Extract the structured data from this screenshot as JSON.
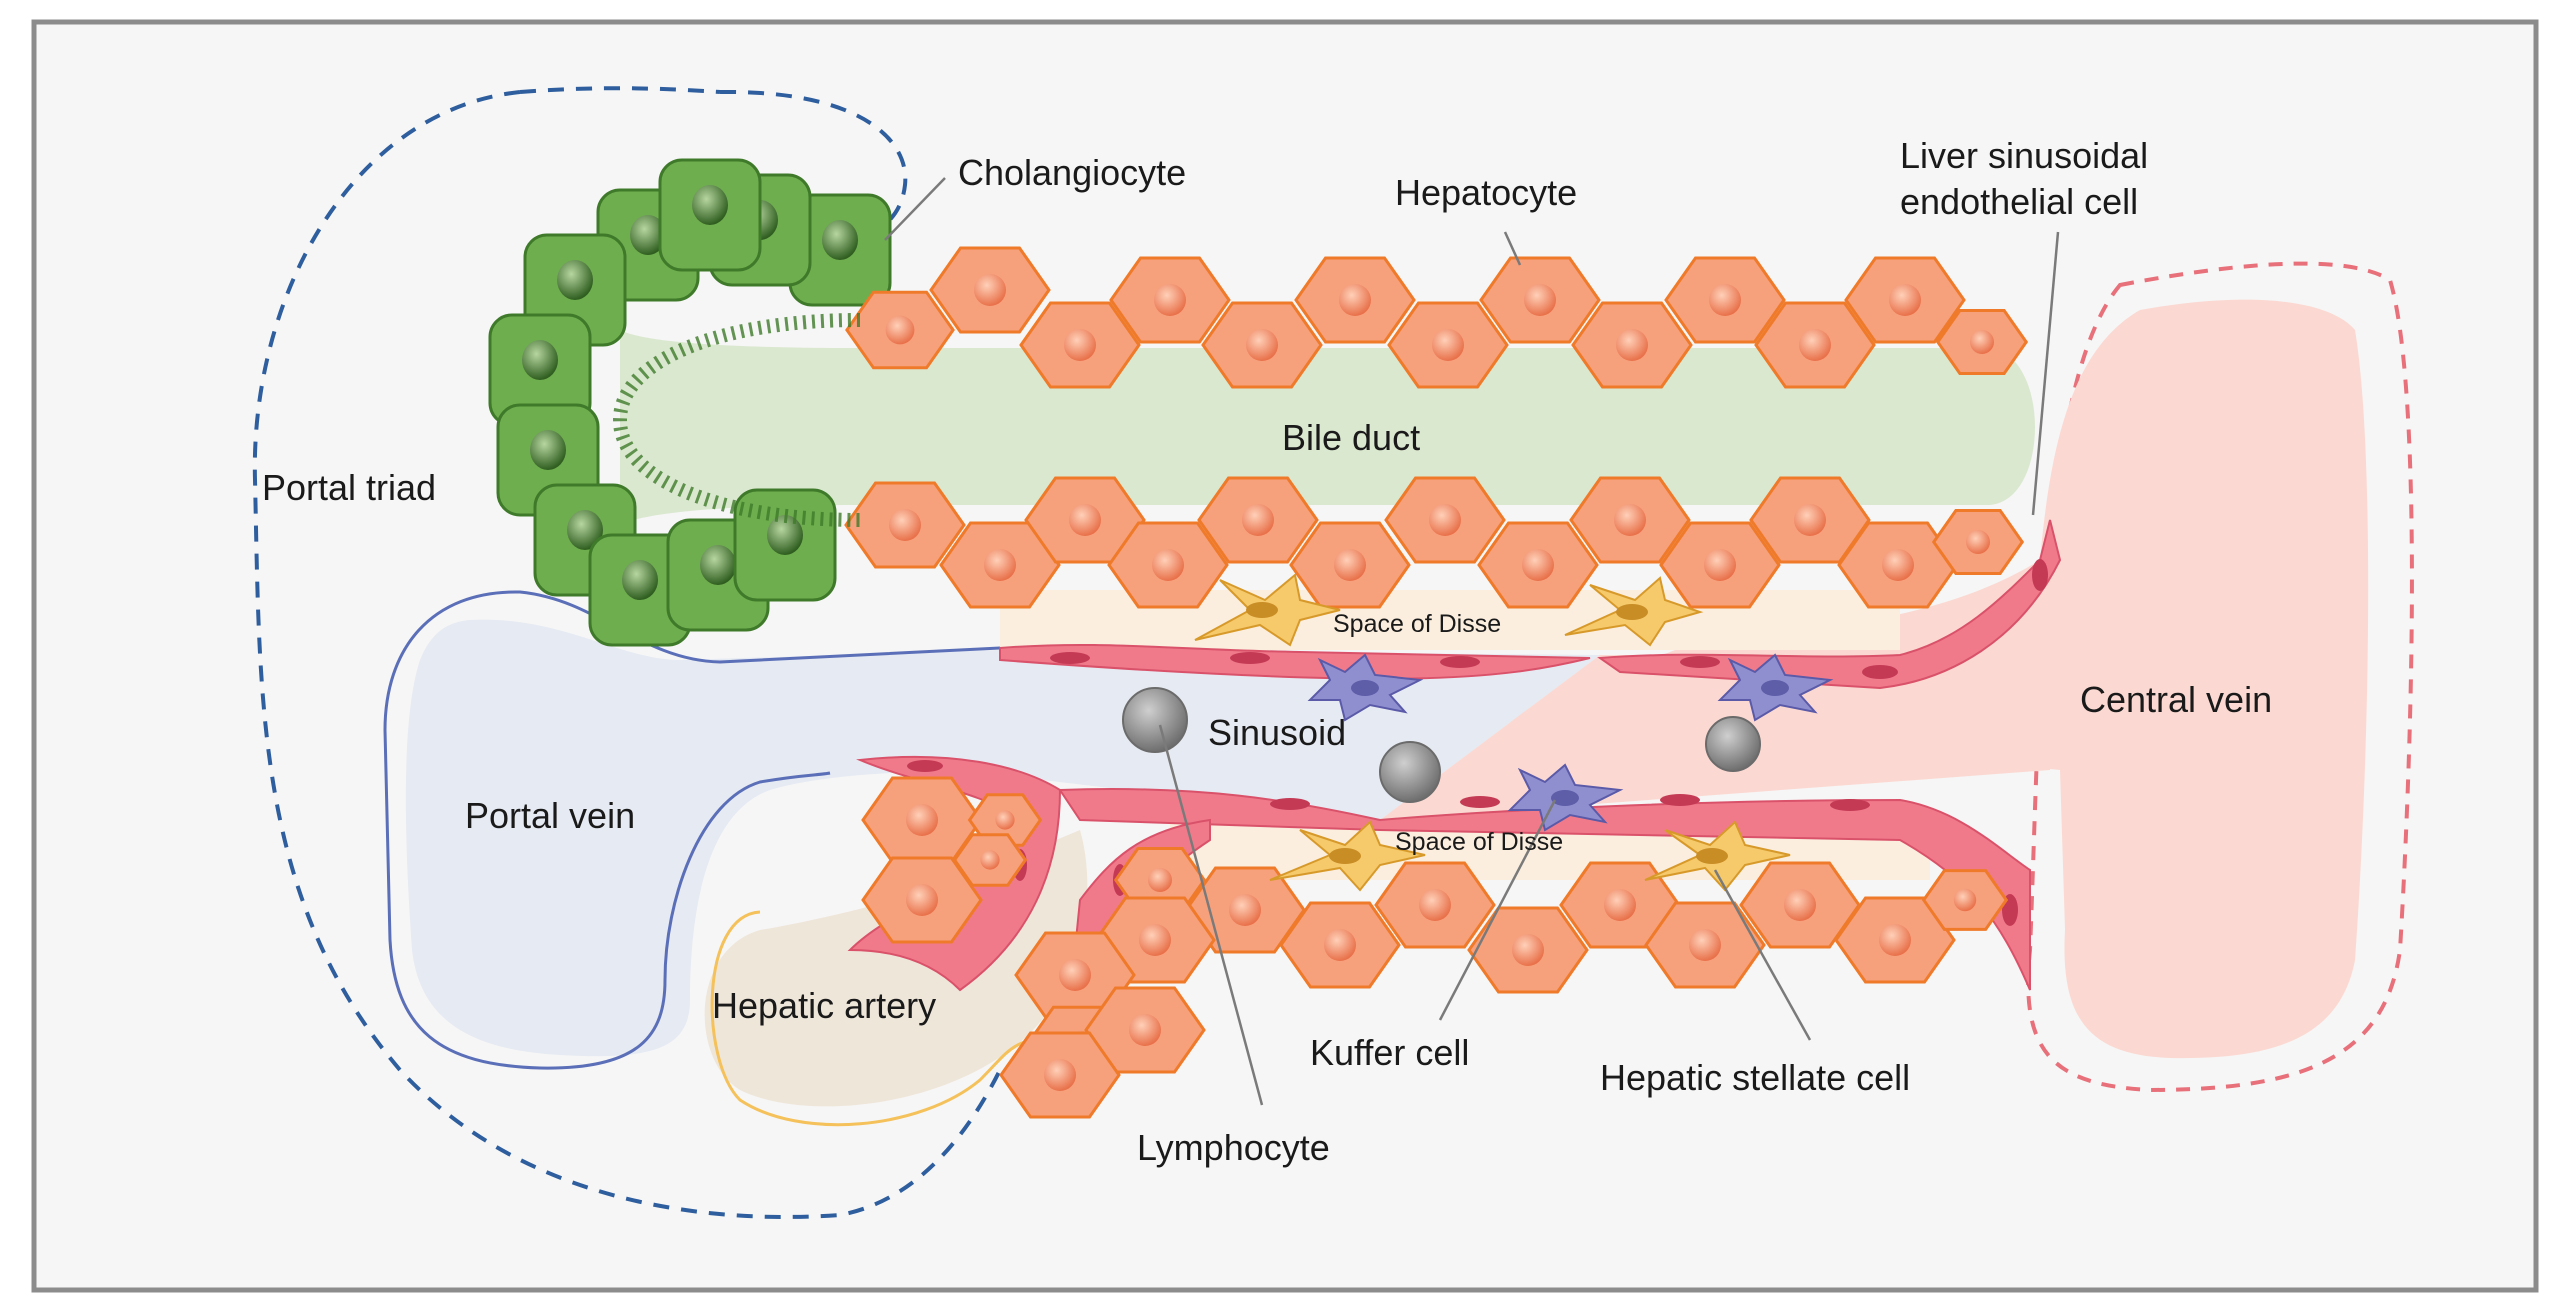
{
  "labels": {
    "cholangiocyte": "Cholangiocyte",
    "hepatocyte": "Hepatocyte",
    "lsec_line1": "Liver sinusoidal",
    "lsec_line2": "endothelial cell",
    "bile_duct": "Bile duct",
    "portal_triad": "Portal triad",
    "space_of_disse_top": "Space of Disse",
    "sinusoid": "Sinusoid",
    "central_vein": "Central vein",
    "portal_vein": "Portal vein",
    "space_of_disse_bottom": "Space of Disse",
    "hepatic_artery": "Hepatic artery",
    "kuffer_cell": "Kuffer cell",
    "hepatic_stellate_cell": "Hepatic stellate cell",
    "lymphocyte": "Lymphocyte"
  },
  "colors": {
    "hepatocyte_fill": "#f7a07c",
    "hepatocyte_stroke": "#ef7a2a",
    "cholangiocyte_fill": "#6fae4e",
    "cholangiocyte_stroke": "#3f7a2a",
    "bile_duct": "#dbe8d0",
    "portal_vein": "#e6eaf2",
    "central_vein": "#fbd9d2",
    "hepatic_artery": "#efe6da",
    "endothelial": "#f07a8a",
    "stellate": "#f6c96b",
    "kupffer": "#8f8fd0",
    "lymphocyte": "#9c9c9c",
    "portal_triad_outline": "#2e5e9e",
    "central_vein_outline": "#e8707a"
  }
}
